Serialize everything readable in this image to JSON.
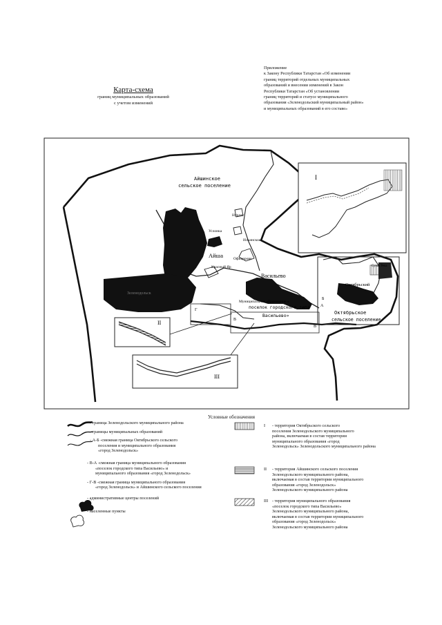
{
  "title": {
    "heading": "Карта-схема",
    "sub1": "границ муниципальных образований",
    "sub2": "с учетом изменений"
  },
  "appendix": {
    "lines": [
      "Приложение",
      "к Закону Республики Татарстан «Об изменении",
      "границ территорий отдельных муниципальных",
      "образований и внесении изменений в Закон",
      "Республики Татарстан «Об установлении",
      "границ территорий и статусе муниципального",
      "образования «Зеленодольский муниципальный район»",
      "и муниципальных образований в его составе»"
    ]
  },
  "map": {
    "labels": {
      "aishinskoe1": "Айшинское",
      "aishinskoe2": "сельское поселение",
      "nurlat": "Нурлат",
      "uslonka": "Услонка",
      "ilinskoe": "Ильинское",
      "aisha": "Айша",
      "ofitserovo": "Офицерово",
      "krasny_yar": "Красный Яр",
      "vasilevo": "Васильево",
      "zeleno": "Зеленодольск",
      "posyolok1": "поселок городского типа",
      "posyolok2": "Васильево»",
      "munobr": "Муниципальное образование «",
      "oktyabrsky": "Октябрьский",
      "oktyabrskoe1": "Октябрьское",
      "oktyabrskoe2": "сельское поселение",
      "sukhaya": "Сухая Река",
      "inset1": "I",
      "inset2": "II",
      "inset3": "III",
      "pA": "А",
      "pB": "Б",
      "pV": "В",
      "pG": "Г"
    }
  },
  "legend": {
    "title": "Условные обозначения",
    "left": [
      "- граница Зеленодольского муниципального района",
      "- границы муниципальных образований",
      "- А-Б -смежная граница Октябрьского сельского",
      "поселения и муниципального образования",
      "«город Зеленодольск»",
      "- В-А -смежная граница муниципального образования",
      "«поселок городского типа Васильево» и",
      "муниципального образования «город Зеленодольск»",
      "- Г-В -смежная граница муниципального образования",
      "«город Зеленодольск» и Айшинского сельского поселения",
      "- административные центры поселений",
      "- населенные пункты"
    ],
    "right": {
      "i_num": "I",
      "i": [
        "- территория Октябрьского сельского",
        "поселения Зеленодольского муниципального",
        "района, включаемая в состав территории",
        "муниципального образования «город",
        "Зеленодольск» Зеленодольского муниципального района"
      ],
      "ii_num": "II",
      "ii": [
        "- территория Айшинского сельского поселения",
        "Зеленодольского муниципального района,",
        "включаемая в состав территории муниципального",
        "образования «город Зеленодольск»",
        "Зеленодольского муниципального района"
      ],
      "iii_num": "III",
      "iii": [
        "- территория муниципального образования",
        "«поселок городского типа Васильево»",
        "Зеленодольского муниципального района,",
        "включаемая в состав территории муниципального",
        "образования «город Зеленодольск»",
        "Зеленодольского муниципального района"
      ]
    }
  }
}
